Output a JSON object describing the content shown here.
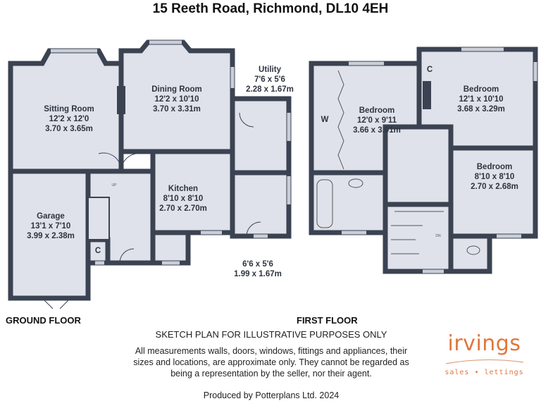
{
  "title": "15 Reeth Road, Richmond, DL10 4EH",
  "colors": {
    "wall": "#3b4352",
    "floor": "#dfe2ea",
    "logo": "#e0773c"
  },
  "ground_floor": {
    "label": "GROUND FLOOR",
    "rooms": [
      {
        "name": "Sitting Room",
        "imperial": "12'2 x 12'0",
        "metric": "3.70 x 3.65m"
      },
      {
        "name": "Dining Room",
        "imperial": "12'2 x 10'10",
        "metric": "3.70 x 3.31m"
      },
      {
        "name": "Utility",
        "imperial": "7'6 x 5'6",
        "metric": "2.28 x 1.67m"
      },
      {
        "name": "Kitchen",
        "imperial": "8'10 x 8'10",
        "metric": "2.70 x 2.70m"
      },
      {
        "name": "Garage",
        "imperial": "13'1 x 7'10",
        "metric": "3.99 x 2.38m"
      },
      {
        "name": "",
        "imperial": "6'6 x 5'6",
        "metric": "1.99 x 1.67m"
      }
    ],
    "cupboard": "C",
    "stairs_up": "UP"
  },
  "first_floor": {
    "label": "FIRST FLOOR",
    "rooms": [
      {
        "name": "Bedroom",
        "imperial": "12'0 x 9'11",
        "metric": "3.66 x 3.01m"
      },
      {
        "name": "Bedroom",
        "imperial": "12'1 x 10'10",
        "metric": "3.68 x 3.29m"
      },
      {
        "name": "Bedroom",
        "imperial": "8'10 x 8'10",
        "metric": "2.70 x 2.68m"
      }
    ],
    "wardrobe": "W",
    "cupboard": "C",
    "stairs_down": "DN"
  },
  "disclaimer": {
    "heading": "SKETCH PLAN FOR ILLUSTRATIVE PURPOSES ONLY",
    "line1": "All measurements walls, doors, windows, fittings and appliances, their",
    "line2": "sizes and locations, are approximate only. They cannot be regarded as",
    "line3": "being a representation by the seller, nor their agent."
  },
  "producer": "Produced by Potterplans Ltd. 2024",
  "logo": {
    "name": "irvings",
    "tagline": "sales • lettings"
  }
}
